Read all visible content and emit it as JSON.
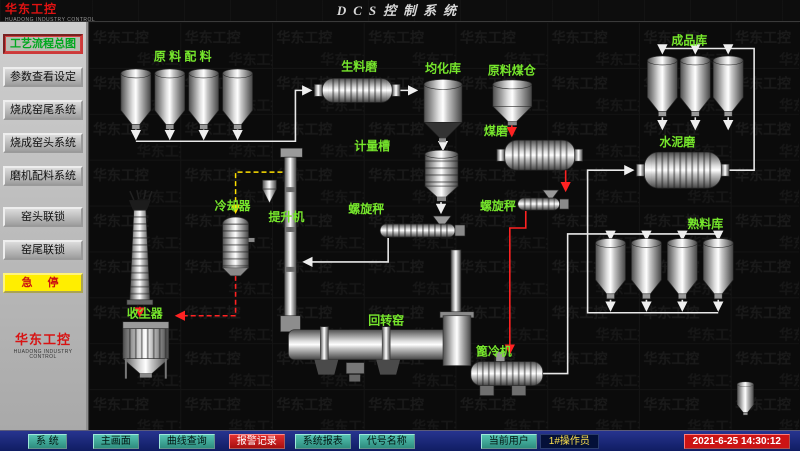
{
  "header": {
    "logo": "华东工控",
    "logo_sub": "HUADONG INDUSTRY CONTROL",
    "title": "DCS控制系统"
  },
  "sidebar": {
    "nav": [
      "工艺流程总图",
      "参数查看设定",
      "烧成窑尾系统",
      "烧成窑头系统",
      "磨机配料系统"
    ],
    "interlocks": [
      "窑头联锁",
      "窑尾联锁"
    ],
    "estop": "急 停",
    "logo": "华东工控",
    "logo_sub": "HUADONG INDUSTRY CONTROL"
  },
  "diagram": {
    "labels": {
      "raw_batching": "原 料 配 料",
      "raw_mill": "生料磨",
      "homogenizing_silo": "均化库",
      "raw_coal_bunker": "原料煤仓",
      "metering_tank": "计量槽",
      "coal_mill": "煤磨",
      "screw_scale_1": "螺旋秤",
      "screw_scale_2": "螺旋秤",
      "elevator": "提升机",
      "cooler": "冷却器",
      "dust_collector": "收尘器",
      "rotary_kiln": "回转窑",
      "grate_cooler": "篦冷机",
      "product_silo": "成品库",
      "cement_mill": "水泥磨",
      "clinker_silo": "熟料库"
    },
    "colors": {
      "label_green": "#76e62c",
      "flow_white": "#e8e8e8",
      "flow_red": "#ff2222",
      "flow_yellow": "#ffe000"
    }
  },
  "footer": {
    "menu": [
      "系 统",
      "主画面",
      "曲线查询",
      "报警记录",
      "系统报表",
      "代号名称"
    ],
    "user_label": "当前用户",
    "user": "1#操作员",
    "datetime": "2021-6-25 14:30:12"
  }
}
